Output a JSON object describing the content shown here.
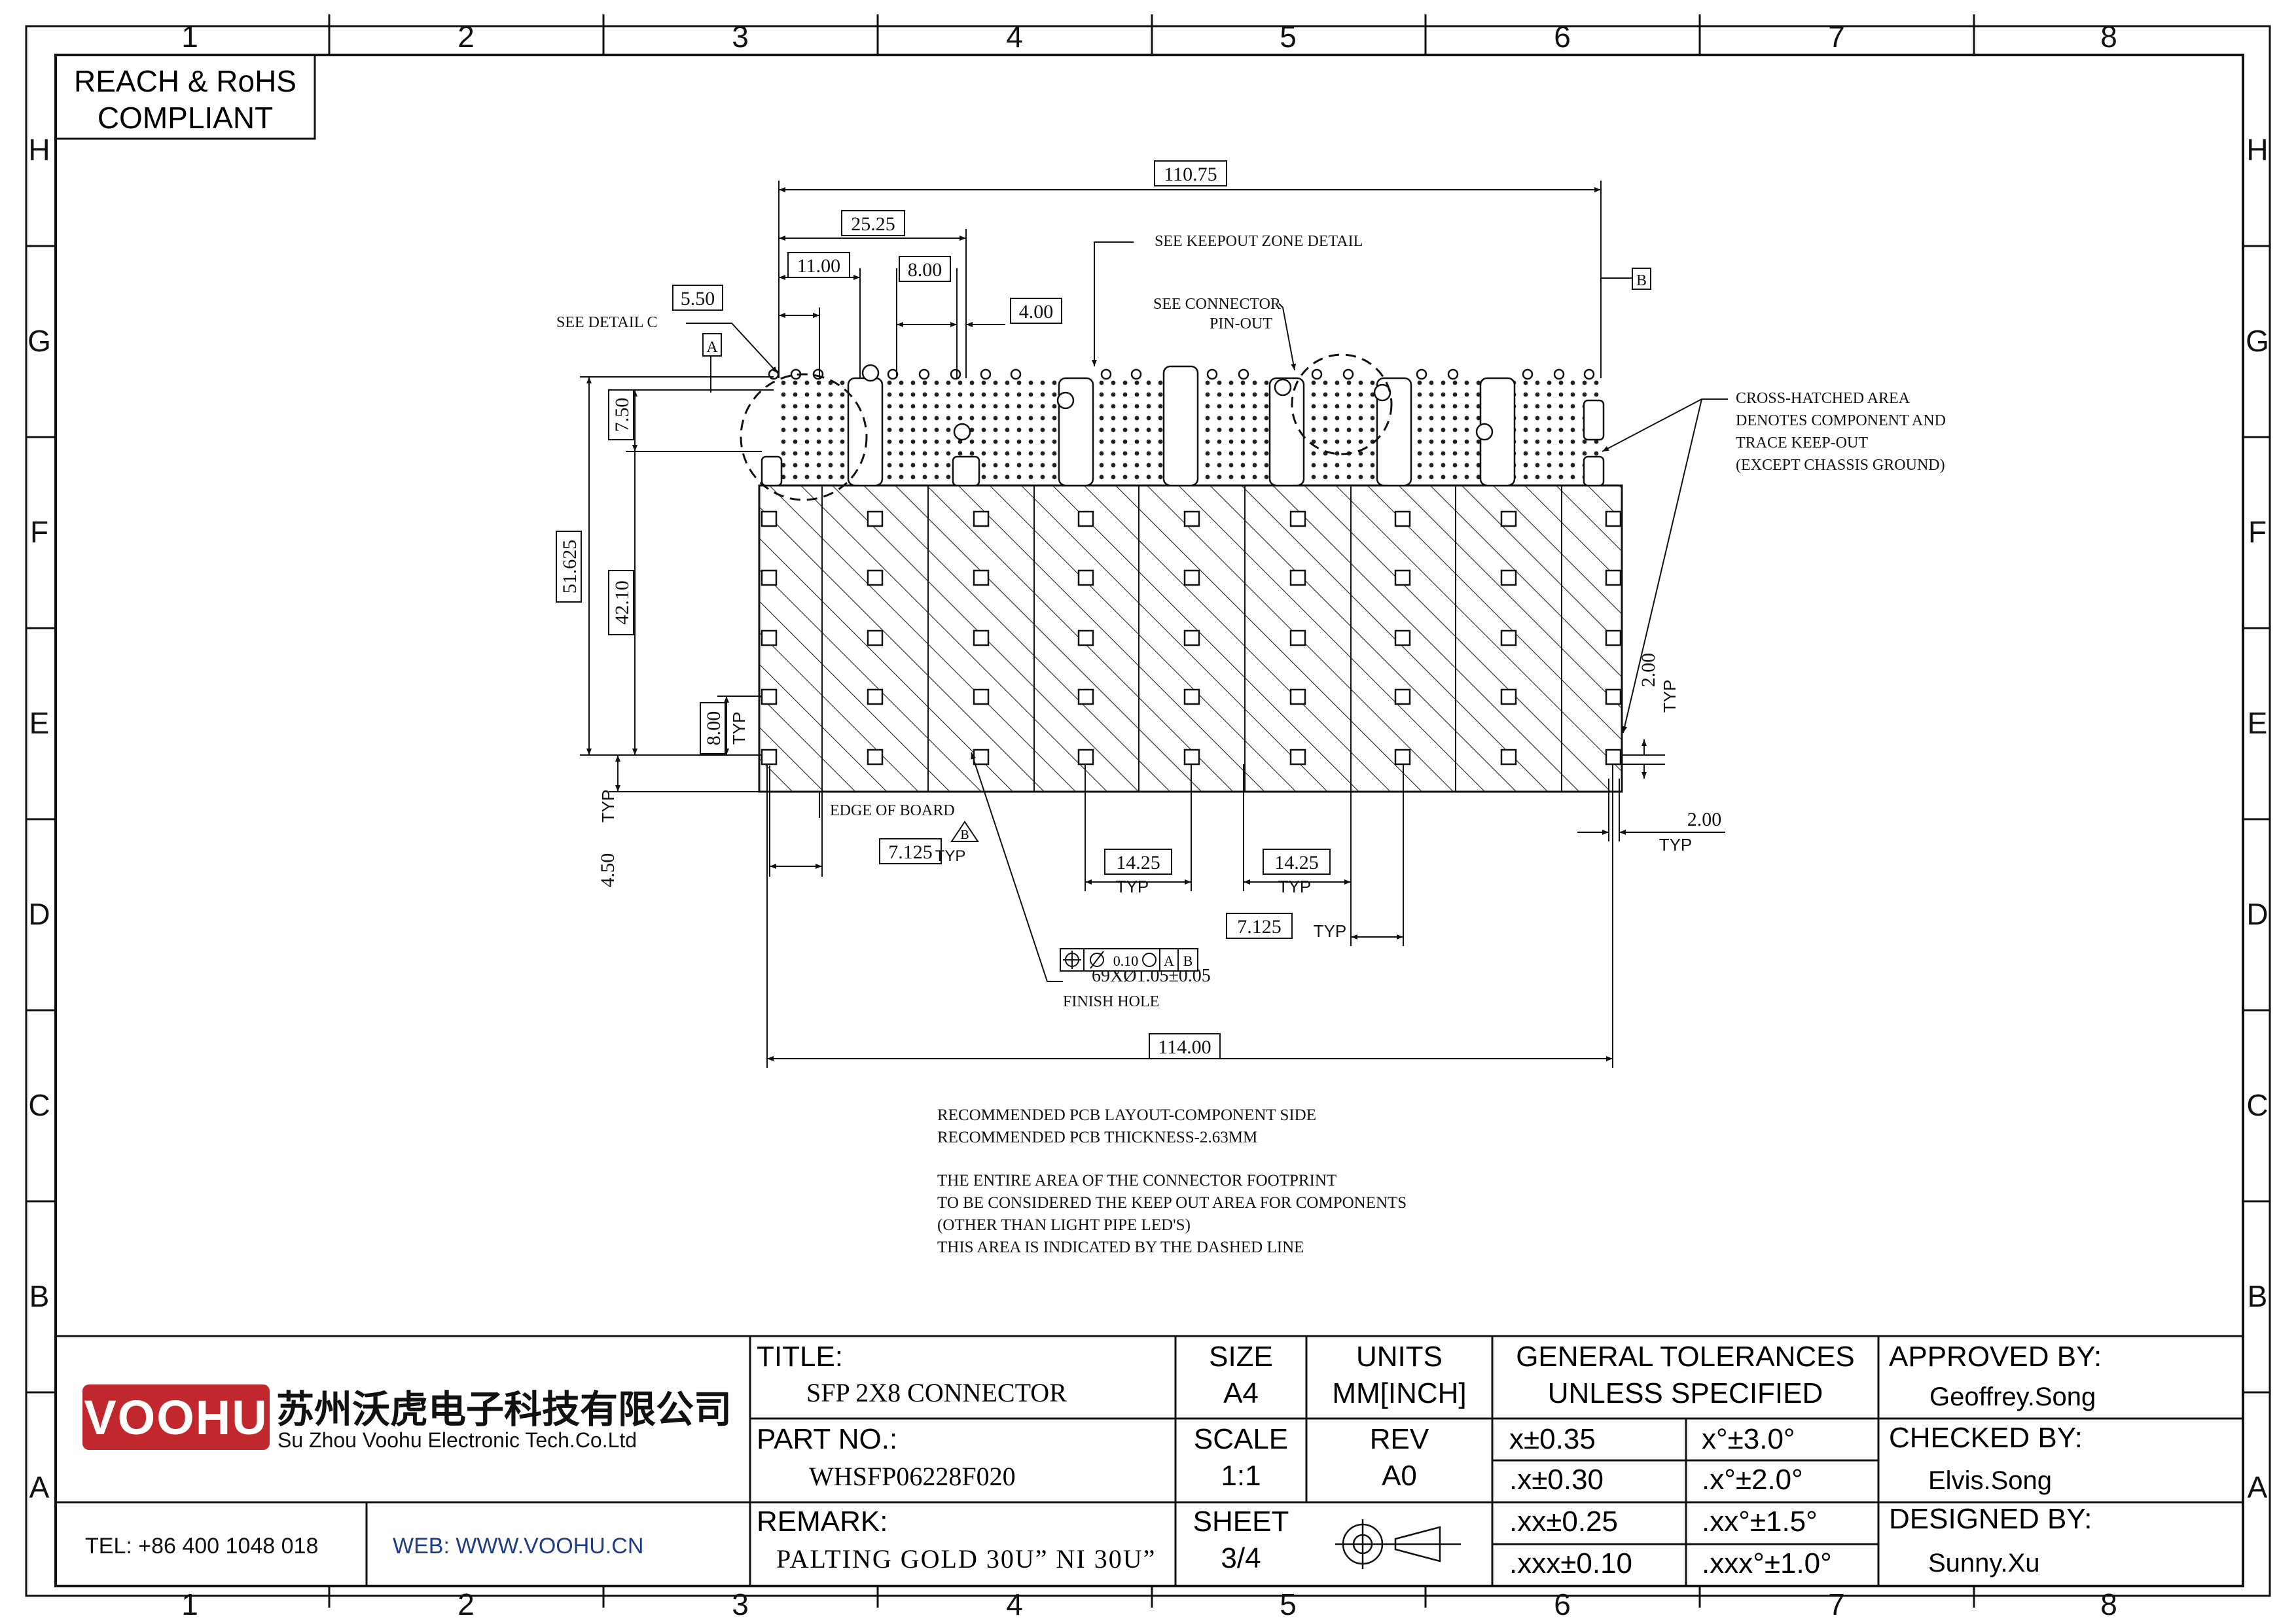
{
  "compliance": {
    "line1": "REACH & RoHS",
    "line2": "COMPLIANT"
  },
  "frame": {
    "columns": [
      "1",
      "2",
      "3",
      "4",
      "5",
      "6",
      "7",
      "8"
    ],
    "rows": [
      "H",
      "G",
      "F",
      "E",
      "D",
      "C",
      "B",
      "A"
    ]
  },
  "dims": {
    "d110": "110.75",
    "d2525": "25.25",
    "d1100": "11.00",
    "d800a": "8.00",
    "d400": "4.00",
    "d550": "5.50",
    "d750": "7.50",
    "d51625": "51.625",
    "d4210": "42.10",
    "d800b": "8.00",
    "typ": "TYP",
    "d450": "4.50",
    "d7125a": "7.125",
    "d1425a": "14.25",
    "d1425b": "14.25",
    "d7125b": "7.125",
    "d11400": "114.00",
    "d200a": "2.00",
    "d200b": "2.00",
    "datum_a": "A",
    "datum_b": "B",
    "datum_b2": "B"
  },
  "callouts": {
    "see_detail_c": "SEE DETAIL C",
    "keepout_detail": "SEE KEEPOUT ZONE DETAIL",
    "pinout_1": "SEE CONNECTOR",
    "pinout_2": "PIN-OUT",
    "crosshatch_1": "CROSS-HATCHED AREA",
    "crosshatch_2": "DENOTES COMPONENT AND",
    "crosshatch_3": "TRACE KEEP-OUT",
    "crosshatch_4": "(EXCEPT CHASSIS GROUND)",
    "edge_of_board": "EDGE OF BOARD",
    "tol_frame": "0.10",
    "tol_a": "A",
    "tol_b": "B",
    "hole_spec": "69XØ1.05±0.05",
    "finish_hole": "FINISH HOLE"
  },
  "notes": [
    "RECOMMENDED PCB LAYOUT-COMPONENT SIDE",
    "RECOMMENDED PCB THICKNESS-2.63MM",
    "THE ENTIRE AREA OF THE CONNECTOR FOOTPRINT",
    "TO BE CONSIDERED THE KEEP OUT AREA FOR COMPONENTS",
    "(OTHER THAN LIGHT PIPE LED'S)",
    "THIS AREA IS INDICATED BY THE DASHED LINE"
  ],
  "titleblock": {
    "company_cn": "苏州沃虎电子科技有限公司",
    "company_en": "Su Zhou Voohu Electronic Tech.Co.Ltd",
    "logo": "VOOHU",
    "tel": "TEL: +86 400 1048 018",
    "web": "WEB: WWW.VOOHU.CN",
    "title_label": "TITLE:",
    "title_value": "SFP 2X8 CONNECTOR",
    "partno_label": "PART NO.:",
    "partno_value": "WHSFP06228F020",
    "remark_label": "REMARK:",
    "remark_value": "PALTING GOLD 30U” NI 30U”",
    "size_label": "SIZE",
    "size_value": "A4",
    "units_label": "UNITS",
    "units_value": "MM[INCH]",
    "scale_label": "SCALE",
    "scale_value": "1:1",
    "rev_label": "REV",
    "rev_value": "A0",
    "sheet_label": "SHEET",
    "sheet_value": "3/4",
    "tol_title_1": "GENERAL TOLERANCES",
    "tol_title_2": "UNLESS SPECIFIED",
    "tol_rows": [
      {
        "lin": "x±0.35",
        "ang": "x°±3.0°"
      },
      {
        "lin": ".x±0.30",
        "ang": ".x°±2.0°"
      },
      {
        "lin": ".xx±0.25",
        "ang": ".xx°±1.5°"
      },
      {
        "lin": ".xxx±0.10",
        "ang": ".xxx°±1.0°"
      }
    ],
    "approved_label": "APPROVED BY:",
    "approved_value": "Geoffrey.Song",
    "checked_label": "CHECKED BY:",
    "checked_value": "Elvis.Song",
    "designed_label": "DESIGNED BY:",
    "designed_value": "Sunny.Xu"
  },
  "colors": {
    "logo_red": "#c0282d",
    "web_blue": "#1f3c88"
  }
}
